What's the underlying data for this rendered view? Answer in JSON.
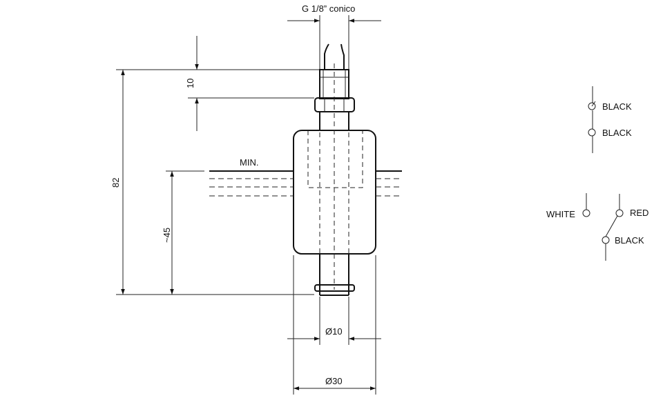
{
  "dimensions": {
    "thread": "G 1/8” conico",
    "nut_height": "10",
    "overall_length": "82",
    "float_level": "~45",
    "stem_diameter": "Ø10",
    "float_diameter": "Ø30"
  },
  "liquid_label": "MIN.",
  "contact_nc": {
    "wire1": "BLACK",
    "wire2": "BLACK"
  },
  "contact_changeover": {
    "common": "WHITE",
    "wire_a": "RED",
    "wire_b": "BLACK"
  }
}
